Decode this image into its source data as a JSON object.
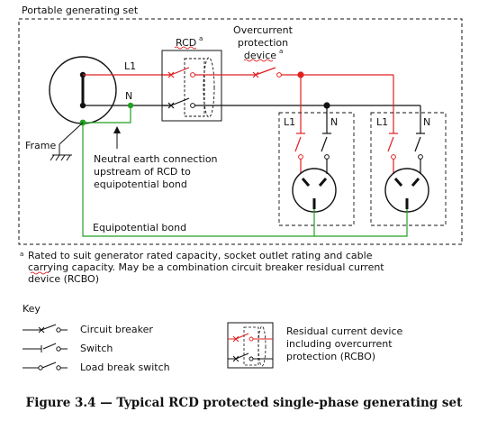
{
  "diagram": {
    "box_label": "Portable generating set",
    "rcd_label": "RCD",
    "overcurrent_label_lines": [
      "Overcurrent",
      "protection",
      "device"
    ],
    "footnote_marker": "a",
    "l1_label": "L1",
    "n_label": "N",
    "frame_label": "Frame",
    "neutral_note_lines": [
      "Neutral earth connection",
      "upstream of RCD to",
      "equipotential bond"
    ],
    "equipotential_label": "Equipotential bond",
    "outlet_l1_label": "L1",
    "outlet_n_label": "N",
    "colors": {
      "active": "#e02020",
      "earth": "#22a022",
      "neutral": "#000000"
    }
  },
  "footnote": {
    "marker": "a",
    "lines": [
      "Rated to suit generator rated capacity, socket outlet rating and cable",
      "carrying capacity. May be a combination circuit breaker residual current",
      "device (RCBO)"
    ]
  },
  "key": {
    "title": "Key",
    "items": [
      {
        "label": "Circuit breaker",
        "icon": "circuit-breaker-symbol"
      },
      {
        "label": "Switch",
        "icon": "switch-symbol"
      },
      {
        "label": "Load break switch",
        "icon": "load-break-switch-symbol"
      }
    ],
    "rcbo_lines": [
      "Residual current device",
      "including overcurrent",
      "protection (RCBO)"
    ]
  },
  "caption": "Figure 3.4 — Typical RCD protected single-phase generating set"
}
